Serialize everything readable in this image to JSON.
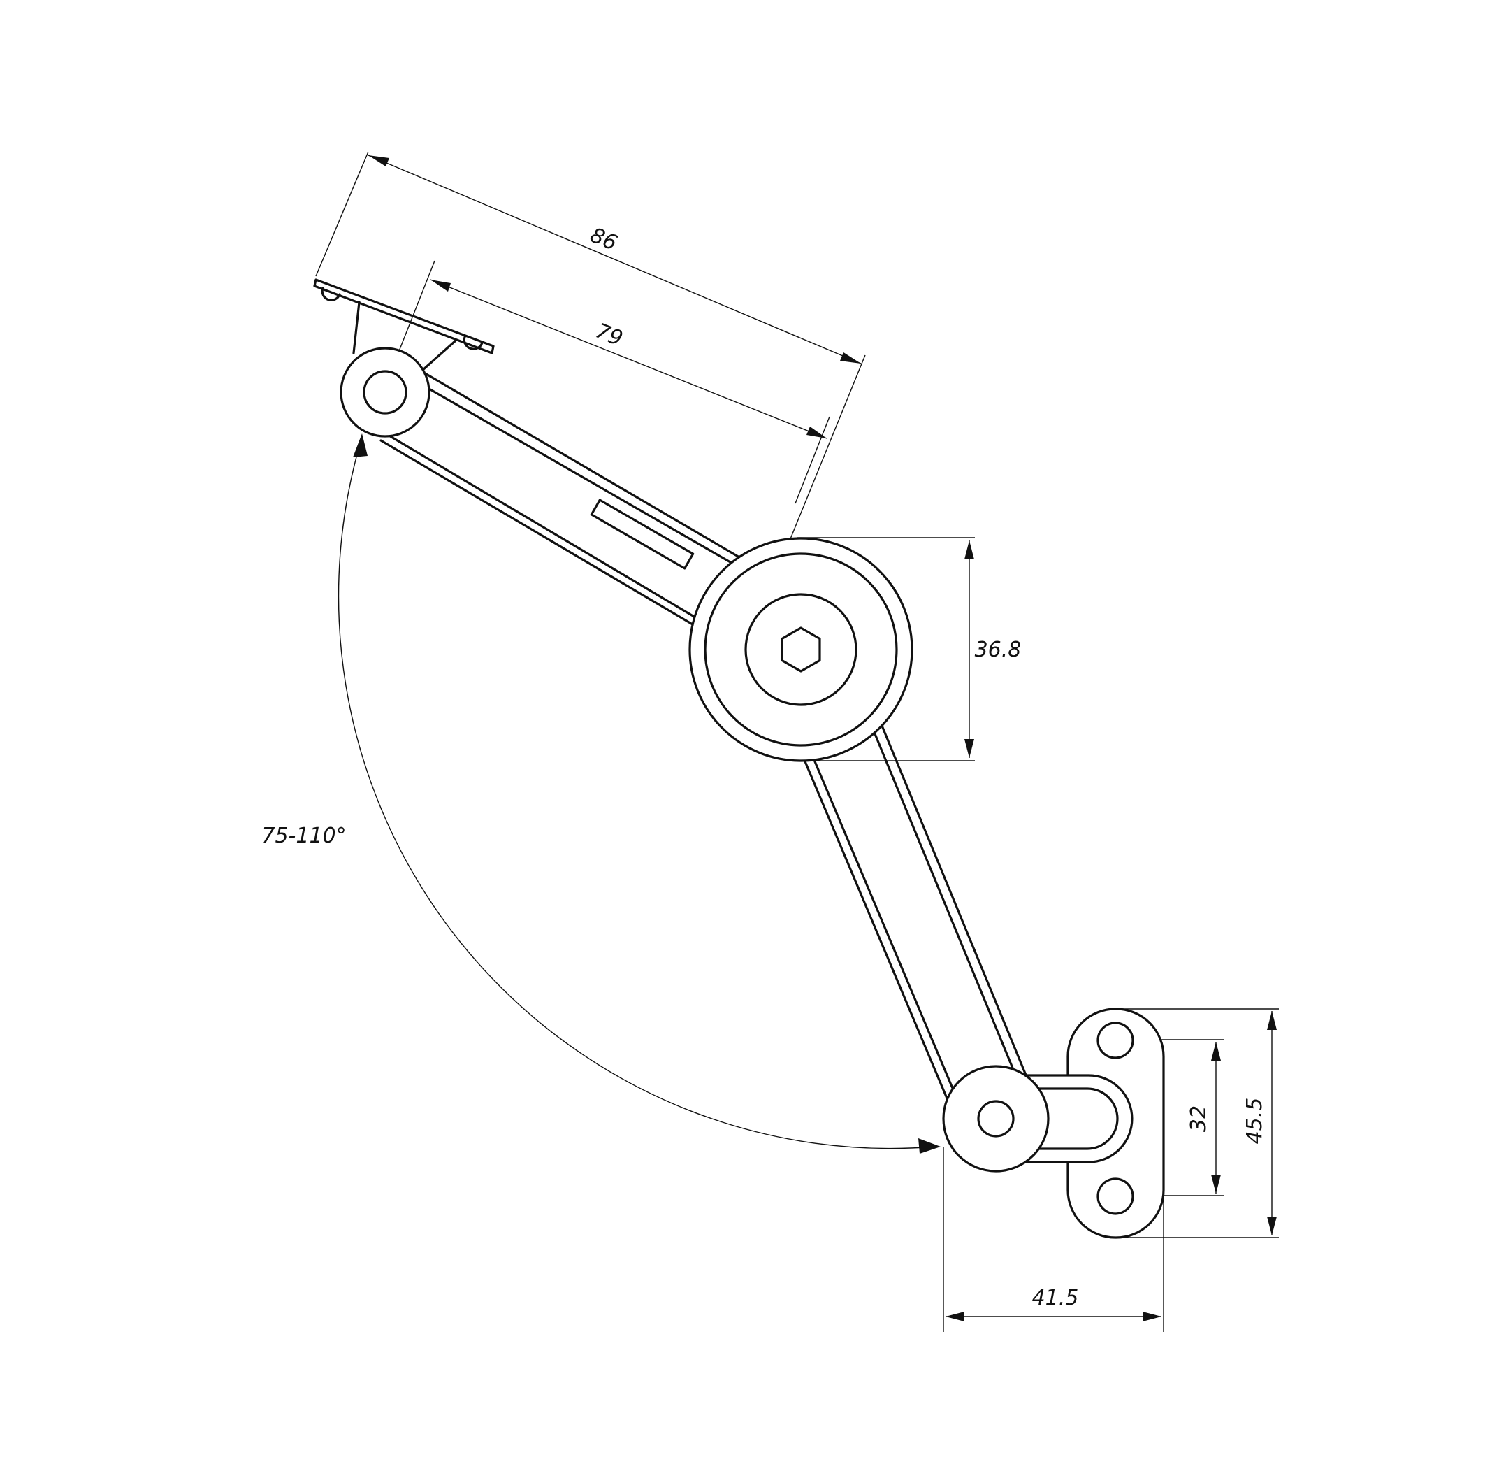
{
  "colors": {
    "line": "#111111",
    "background": "#ffffff"
  },
  "dimensions": {
    "overall_length": "86",
    "pivot_length": "79",
    "hub_diameter": "36.8",
    "hole_spacing": "32",
    "plate_height": "45.5",
    "base_width": "41.5",
    "opening_angle": "75-110°"
  }
}
